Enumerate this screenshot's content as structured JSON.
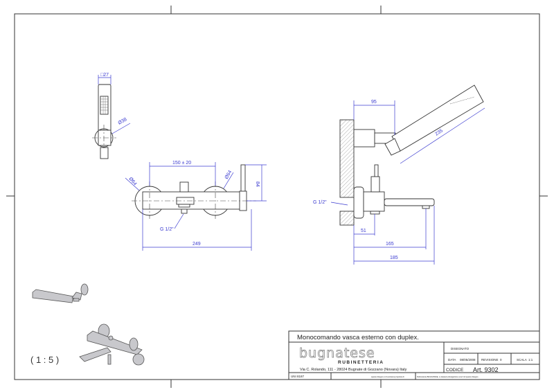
{
  "title_block": {
    "title": "Monocomando vasca esterno con duplex.",
    "brand": "bugnatese",
    "brand_sub": "RUBINETTERIA",
    "address": "Via C. Rolando, 111 - 28024 Bugnate di Gozzano (Novara) Italy",
    "disegnato_label": "DISEGNATO",
    "data_label": "DATA",
    "data_value": "08/05/2008",
    "revisione_label": "REVISIONE",
    "revisione_value": "0",
    "scala_label": "SCALA",
    "scala_value": "1:1",
    "codice_label": "CODICE",
    "codice_value": "Art. 9302",
    "uni_label": "UNI 8187",
    "notice_1": "questo disegno è di esclusiva proprietà di",
    "notice_2": "Rubinetteria BUGNATESE, è vietata la divulgazione a terzi di questo disegno"
  },
  "scale_note": "( 1 : 5 )",
  "dimensions": {
    "handshower_width": "□27",
    "handshower_dia": "Ø38",
    "center_distance": "150 ± 20",
    "left_dia": "Ø64",
    "right_dia": "Ø64",
    "height": "84",
    "inlet_front": "G 1/2\"",
    "total_width": "249",
    "side_95": "95",
    "side_235": "235",
    "inlet_side": "G 1/2\"",
    "side_51": "51",
    "side_165": "165",
    "side_185": "185"
  }
}
